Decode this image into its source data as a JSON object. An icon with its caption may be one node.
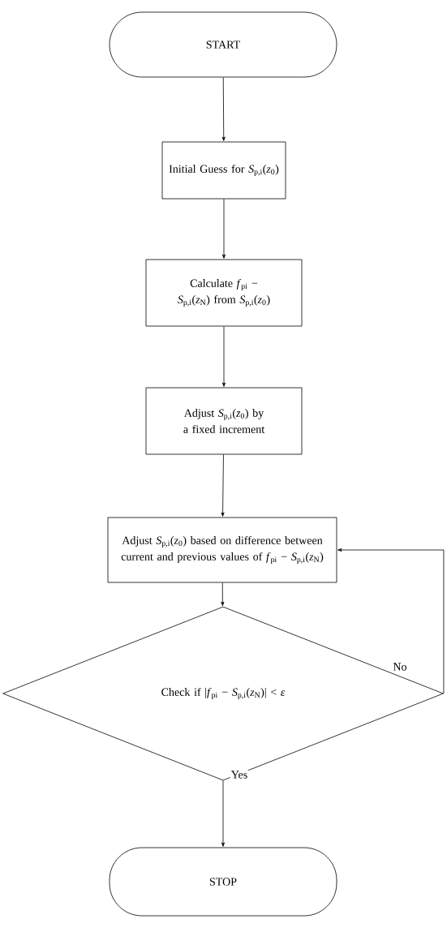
{
  "diagram": {
    "nodes": [
      {
        "text": [
          "START"
        ]
      },
      {
        "text": [
          "Initial Guess for *S*$_{p,i}$(*z*$_{0}$)"
        ]
      },
      {
        "text": [
          "Calculate *f*$_{pi}$ − *S*$_{p,i}$(*z*$_{N}$) from *S*$_{p,i}$(*z*$_{0}$)"
        ]
      },
      {
        "text": [
          "Adjust *S*$_{p,i}$(*z*$_{0}$) by a fixed increment"
        ]
      },
      {
        "text": [
          "Adjust *S*$_{p,i}$(*z*$_{0}$) based on difference between current and previous values of *f*$_{pi}$ − *S*$_{p,i}$(*z*$_{N}$)"
        ]
      },
      {
        "text": [
          "Check if |*f*$_{pi}$ − *S*$_{p,i}$(*z*$_{N}$)| < *ε*"
        ]
      },
      {
        "text": [
          "STOP"
        ]
      }
    ],
    "edges": [
      {
        "from": 0,
        "to": 1,
        "arrow": "to"
      },
      {
        "from": 1,
        "to": 2,
        "arrow": "to"
      },
      {
        "from": 2,
        "to": 3,
        "arrow": "to"
      },
      {
        "from": 3,
        "to": 4,
        "arrow": "to"
      },
      {
        "from": 4,
        "to": 5,
        "arrow": "to"
      },
      {
        "from": 5,
        "to": 6,
        "arrow": "to",
        "label": "Yes"
      },
      {
        "from": 5,
        "to": 4,
        "arrow": "to",
        "label": "No"
      }
    ]
  }
}
